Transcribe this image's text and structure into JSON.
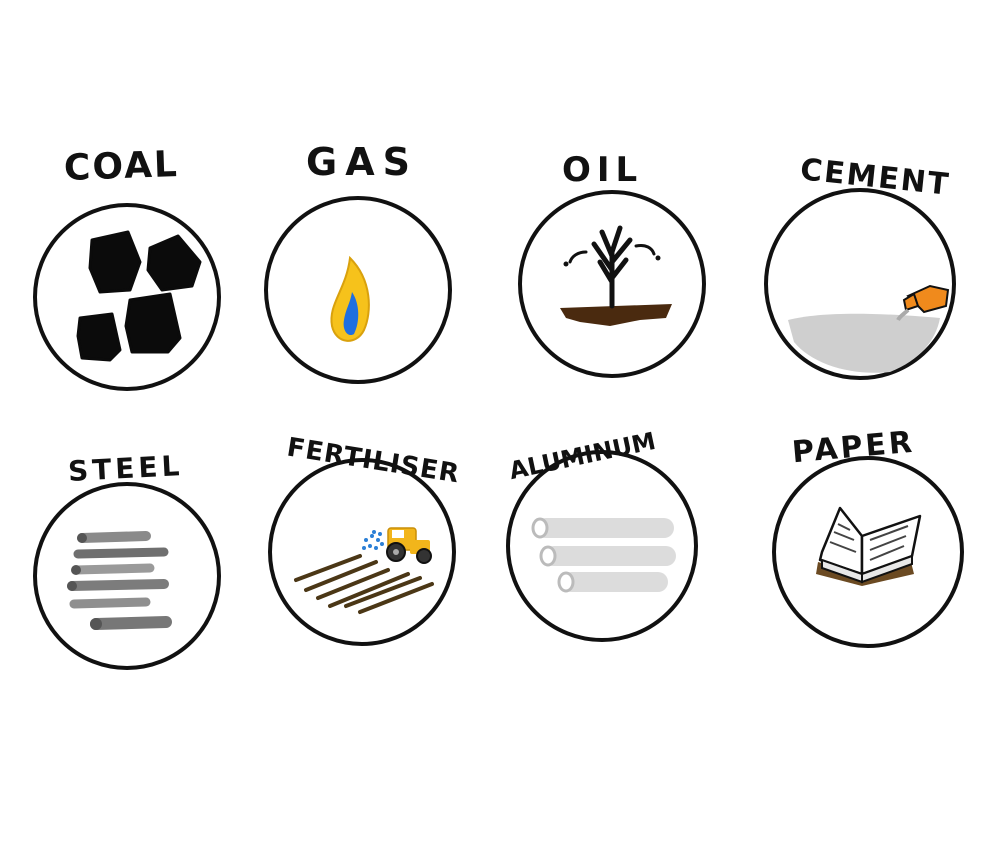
{
  "resources": [
    {
      "id": "coal",
      "label": "COAL"
    },
    {
      "id": "gas",
      "label": "GAS"
    },
    {
      "id": "oil",
      "label": "OIL"
    },
    {
      "id": "cement",
      "label": "CEMENT"
    },
    {
      "id": "steel",
      "label": "STEEL"
    },
    {
      "id": "fertiliser",
      "label": "FERTILISER"
    },
    {
      "id": "aluminum",
      "label": "ALUMINUM"
    },
    {
      "id": "paper",
      "label": "PAPER"
    }
  ],
  "icons": {
    "coal": "coal-lumps-icon",
    "gas": "gas-flame-icon",
    "oil": "oil-gusher-icon",
    "cement": "cement-mixer-pour-icon",
    "steel": "steel-bars-icon",
    "fertiliser": "tractor-field-icon",
    "aluminum": "aluminum-rolls-icon",
    "paper": "open-book-icon"
  },
  "colors": {
    "outline": "#111111",
    "coal": "#0b0b0b",
    "flame_outer": "#f6c21b",
    "flame_inner": "#1f6fe0",
    "soil": "#4a2a0f",
    "cement_gray": "#cfcfcf",
    "mixer_orange": "#f08a1c",
    "steel_gray": "#8a8a8a",
    "tractor_yellow": "#f2b51b",
    "spray_blue": "#2b7fd6",
    "field_brown": "#4b3716",
    "aluminum_gray": "#dcdcdc",
    "book_cover": "#6b4a22"
  }
}
